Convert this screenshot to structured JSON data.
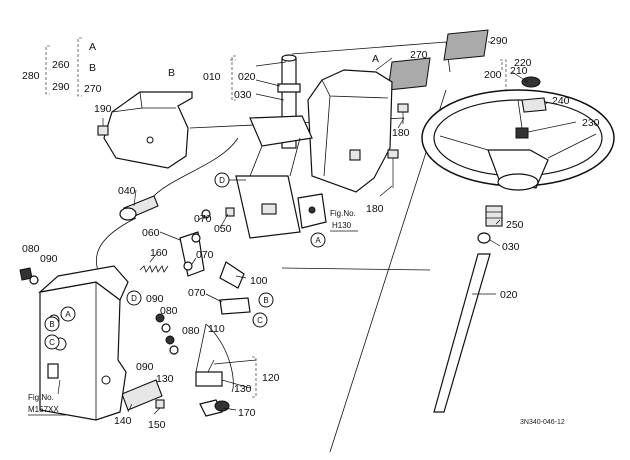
{
  "callouts": {
    "c280": "280",
    "c260": "260",
    "c290a": "290",
    "cA1": "A",
    "cB1": "B",
    "c270a": "270",
    "cB2": "B",
    "c190": "190",
    "c010": "010",
    "c020a": "020",
    "c030a": "030",
    "cA2": "A",
    "c270b": "270",
    "c290b": "290",
    "c200": "200",
    "c210": "210",
    "c220": "220",
    "c240": "240",
    "c230": "230",
    "c180a": "180",
    "c180b": "180",
    "c040": "040",
    "c070a": "070",
    "c050": "050",
    "c060": "060",
    "c070b": "070",
    "c160": "160",
    "c070c": "070",
    "c100": "100",
    "c110": "110",
    "c080a": "080",
    "c090a": "090",
    "c090b": "090",
    "c080b": "080",
    "c080c": "080",
    "c090c": "090",
    "c130a": "130",
    "c130b": "130",
    "c120": "120",
    "c140": "140",
    "c150": "150",
    "c170": "170",
    "c250": "250",
    "c030b": "030",
    "c020b": "020"
  },
  "ref_markers": {
    "D_top": "D",
    "A_mid": "A",
    "B_mid": "B",
    "C_mid": "C",
    "D_left": "D",
    "A_left": "A",
    "B_left": "B",
    "C_left": "C"
  },
  "fig_refs": {
    "h130_line1": "Fig.No.",
    "h130_line2": "H130",
    "m157_line1": "Fig.No.",
    "m157_line2": "M157XX"
  },
  "drawing_number": "3N340-046-12"
}
